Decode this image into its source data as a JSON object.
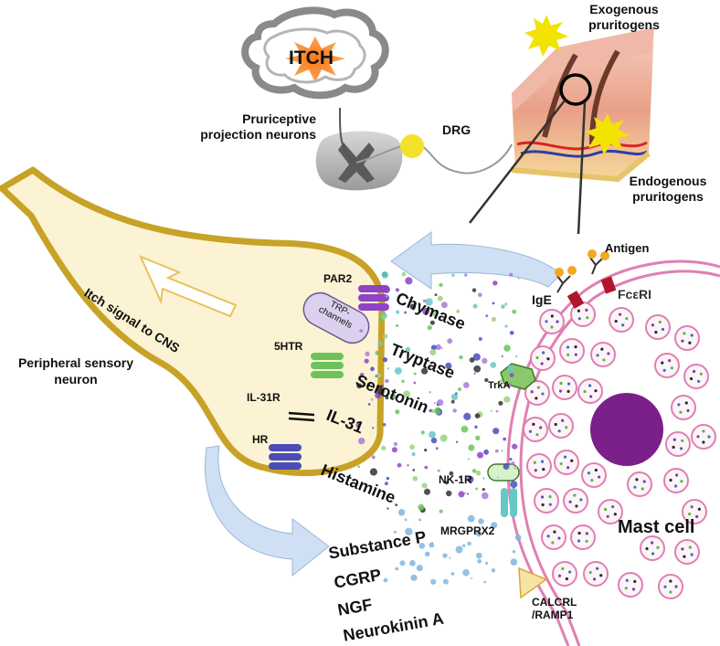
{
  "brain": {
    "text": "ITCH"
  },
  "spinal": {
    "projection_line1": "Pruriceptive",
    "projection_line2": "projection neurons",
    "drg": "DRG"
  },
  "skin": {
    "exo_line1": "Exogenous",
    "exo_line2": "pruritogens",
    "endo_line1": "Endogenous",
    "endo_line2": "pruritogens"
  },
  "neuron": {
    "title_line1": "Peripheral sensory",
    "title_line2": "neuron",
    "signal": "Itch signal to CNS",
    "receptors": {
      "par2": "PAR2",
      "trp_line1": "TRP-",
      "trp_line2": "channels",
      "htr": "5HTR",
      "il31r": "IL-31R",
      "hr": "HR"
    }
  },
  "mediators": {
    "chymase": "Chymase",
    "tryptase": "Tryptase",
    "serotonin": "Serotonin",
    "il31": "IL-31",
    "histamine": "Histamine"
  },
  "neuropeptides": [
    "Substance P",
    "CGRP",
    "NGF",
    "Neurokinin A"
  ],
  "mast": {
    "title": "Mast cell",
    "antigen": "Antigen",
    "ige": "IgE",
    "fceri": "FcεRI",
    "trka": "TrkA",
    "nk1r": "NK-1R",
    "mrgprx2": "MRGPRX2",
    "calcrl_line1": "CALCRL",
    "calcrl_line2": "/RAMP1"
  },
  "colors": {
    "neuron_fill": "#fbf3d3",
    "neuron_border": "#c8a227",
    "mast_membrane": "#e07fb2",
    "nucleus": "#7b1f8a",
    "arrow_fill": "#cfe0f4",
    "receptor_purple": "#8e44c4",
    "receptor_green": "#6cc35a",
    "receptor_blue": "#4c4cb8",
    "burst": "#f2e300"
  }
}
